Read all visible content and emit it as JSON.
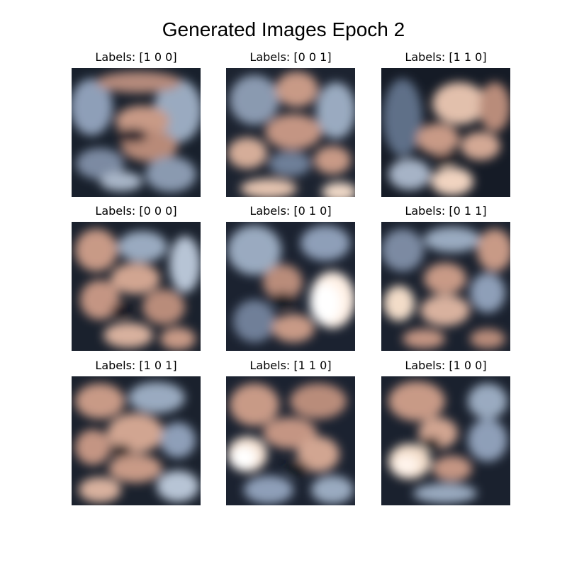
{
  "figure": {
    "title": "Generated Images Epoch 2"
  },
  "images": [
    {
      "label": "Labels: [1 0 0]"
    },
    {
      "label": "Labels: [0 0 1]"
    },
    {
      "label": "Labels: [1 1 0]"
    },
    {
      "label": "Labels: [0 0 0]"
    },
    {
      "label": "Labels: [0 1 0]"
    },
    {
      "label": "Labels: [0 1 1]"
    },
    {
      "label": "Labels: [1 0 1]"
    },
    {
      "label": "Labels: [1 1 0]"
    },
    {
      "label": "Labels: [1 0 0]"
    }
  ],
  "palette": {
    "dark": "#141a24",
    "navy": "#2b3444",
    "blue_gray": "#8e9fb8",
    "pale_blue": "#c4cfdd",
    "skin": "#c89a86",
    "light_skin": "#f0d9c8",
    "white": "#fff4ec"
  }
}
